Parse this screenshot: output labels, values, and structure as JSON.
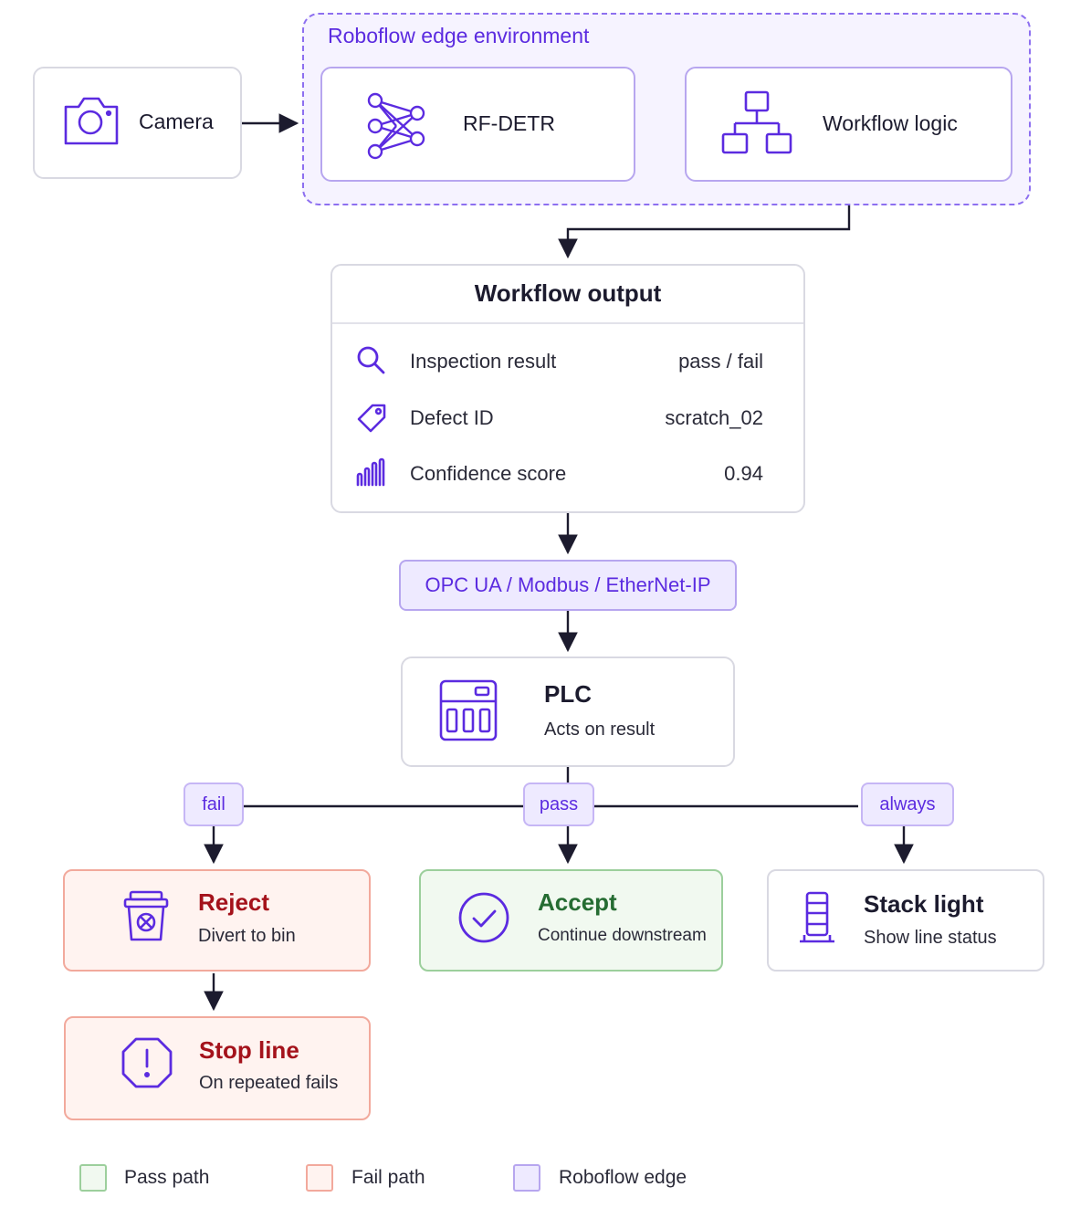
{
  "environment": {
    "title": "Roboflow edge environment"
  },
  "camera": {
    "label": "Camera",
    "icon": "camera-icon"
  },
  "model": {
    "label": "RF-DETR",
    "icon": "neural-network-icon"
  },
  "workflow_logic": {
    "label": "Workflow logic",
    "icon": "hierarchy-icon"
  },
  "output": {
    "title": "Workflow output",
    "rows": [
      {
        "label": "Inspection result",
        "value": "pass / fail",
        "icon": "search-icon"
      },
      {
        "label": "Defect ID",
        "value": "scratch_02",
        "icon": "tag-icon"
      },
      {
        "label": "Confidence score",
        "value": "0.94",
        "icon": "bar-chart-icon"
      }
    ]
  },
  "protocol": {
    "label": "OPC UA / Modbus / EtherNet-IP"
  },
  "plc": {
    "title": "PLC",
    "subtitle": "Acts on result",
    "icon": "plc-icon"
  },
  "branches": {
    "fail": "fail",
    "pass": "pass",
    "always": "always"
  },
  "reject": {
    "title": "Reject",
    "subtitle": "Divert to bin",
    "icon": "bin-icon"
  },
  "accept": {
    "title": "Accept",
    "subtitle": "Continue downstream",
    "icon": "check-circle-icon"
  },
  "stack_light": {
    "title": "Stack light",
    "subtitle": "Show line status",
    "icon": "stack-light-icon"
  },
  "stop_line": {
    "title": "Stop line",
    "subtitle": "On repeated fails",
    "icon": "alert-octagon-icon"
  },
  "legend": [
    {
      "label": "Pass path",
      "color": "#f1f9f0",
      "border": "#9ccf9c"
    },
    {
      "label": "Fail path",
      "color": "#fff3f0",
      "border": "#f2a99c"
    },
    {
      "label": "Roboflow edge",
      "color": "#eeeaff",
      "border": "#b7a6ef"
    }
  ],
  "colors": {
    "accent": "#5b2be0",
    "fail": "#a4121b",
    "pass": "#256c32",
    "connector": "#1c1b2e"
  }
}
